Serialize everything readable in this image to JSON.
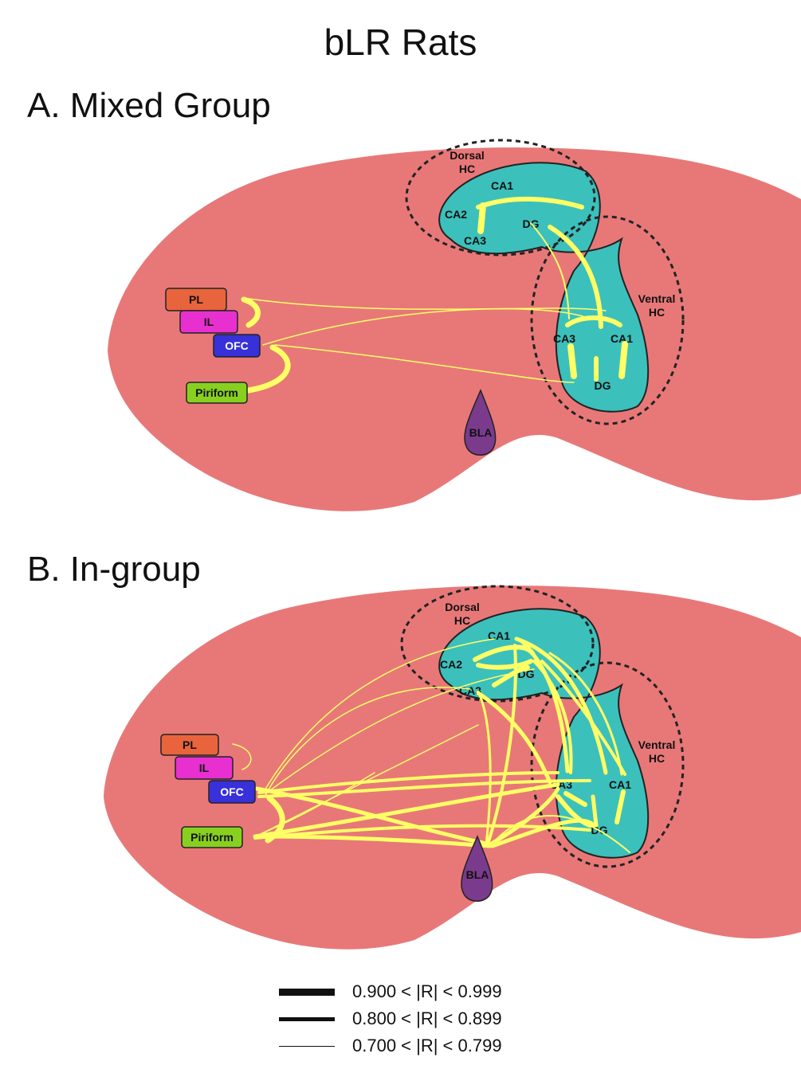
{
  "title": "bLR Rats",
  "panels": [
    {
      "label": "A. Mixed Group"
    },
    {
      "label": "B. In-group"
    }
  ],
  "regions": {
    "dorsal_hc": "Dorsal\nHC",
    "ventral_hc": "Ventral\nHC",
    "ca1": "CA1",
    "ca2": "CA2",
    "ca3": "CA3",
    "dg": "DG",
    "pl": "PL",
    "il": "IL",
    "ofc": "OFC",
    "piriform": "Piriform",
    "bla": "BLA"
  },
  "colors": {
    "brain": "#e87878",
    "hippocampus": "#3cc0bc",
    "connection": "#ffff66",
    "pl": "#e8643c",
    "il": "#e830d0",
    "ofc": "#3830d8",
    "piriform": "#88d020",
    "bla": "#7a3b8c"
  },
  "legend": [
    {
      "text": "0.900 < |R| < 0.999",
      "weight": "strong"
    },
    {
      "text": "0.800 < |R| < 0.899",
      "weight": "medium"
    },
    {
      "text": "0.700 < |R| < 0.799",
      "weight": "weak"
    }
  ]
}
